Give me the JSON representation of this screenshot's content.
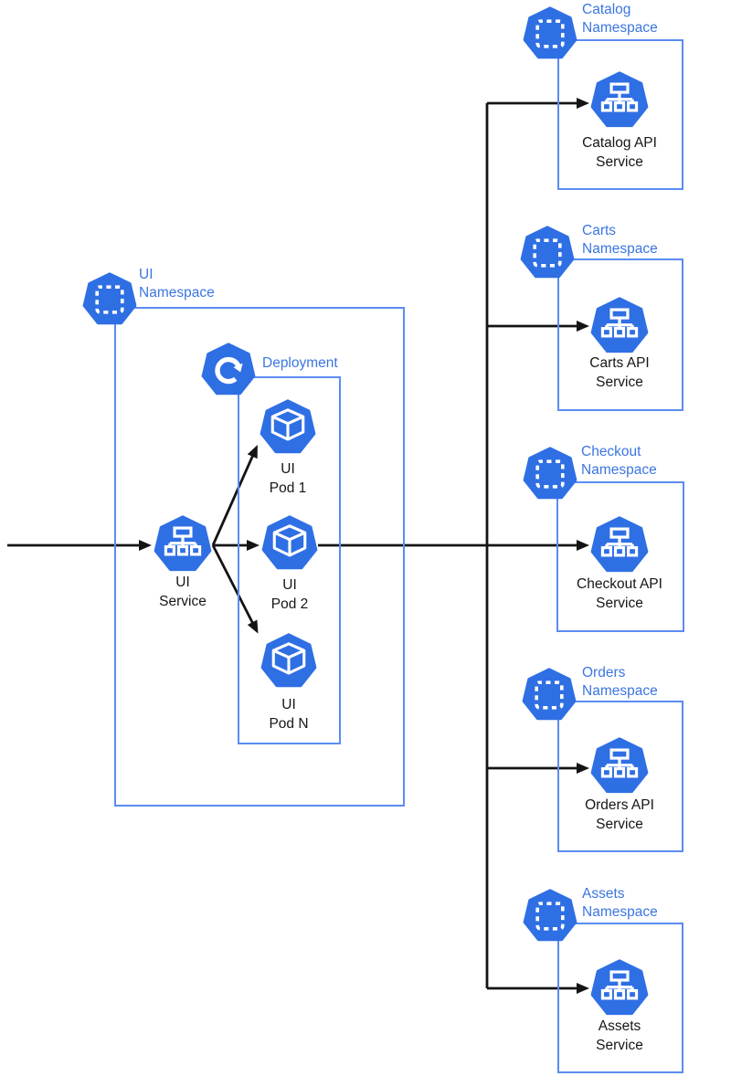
{
  "diagram_type": "kubernetes-architecture-diagram",
  "colors": {
    "kubernetes_blue": "#2F6FE4",
    "box_border_blue": "#5B8CF2",
    "label_blue": "#3B76E0",
    "connector_black": "#141414"
  },
  "left": {
    "namespace": [
      "UI",
      "Namespace"
    ],
    "deployment": "Deployment",
    "service": [
      "UI",
      "Service"
    ],
    "pods": [
      [
        "UI",
        "Pod 1"
      ],
      [
        "UI",
        "Pod 2"
      ],
      [
        "UI",
        "Pod N"
      ]
    ]
  },
  "right_namespaces": [
    {
      "name": [
        "Catalog",
        "Namespace"
      ],
      "service": [
        "Catalog API",
        "Service"
      ]
    },
    {
      "name": [
        "Carts",
        "Namespace"
      ],
      "service": [
        "Carts API",
        "Service"
      ]
    },
    {
      "name": [
        "Checkout",
        "Namespace"
      ],
      "service": [
        "Checkout API",
        "Service"
      ]
    },
    {
      "name": [
        "Orders",
        "Namespace"
      ],
      "service": [
        "Orders API",
        "Service"
      ]
    },
    {
      "name": [
        "Assets",
        "Namespace"
      ],
      "service": [
        "Assets",
        "Service"
      ]
    }
  ],
  "icons": {
    "namespace": "k8s-namespace-icon",
    "deployment": "k8s-deployment-icon",
    "service": "k8s-service-icon",
    "pod": "k8s-pod-icon"
  }
}
